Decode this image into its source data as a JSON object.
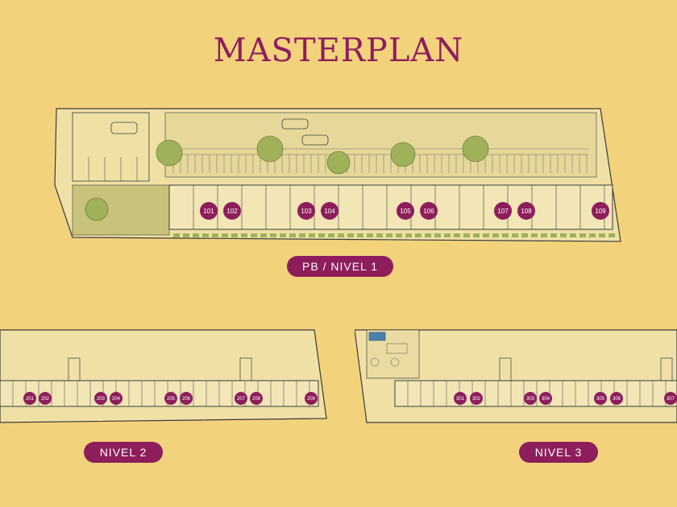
{
  "title": "MASTERPLAN",
  "colors": {
    "background": "#f3d27c",
    "accent": "#8e1d5c",
    "plan_fill": "#efe0a6",
    "line": "#3b3b3b",
    "green": "#9fb25a"
  },
  "levels": [
    {
      "label": "PB / NIVEL 1",
      "units": [
        "101",
        "102",
        "103",
        "104",
        "105",
        "106",
        "107",
        "108",
        "109"
      ]
    },
    {
      "label": "NIVEL 2",
      "units": [
        "201",
        "202",
        "203",
        "204",
        "205",
        "206",
        "207",
        "208",
        "209"
      ]
    },
    {
      "label": "NIVEL 3",
      "units": [
        "301",
        "302",
        "303",
        "304",
        "305",
        "306",
        "307"
      ]
    }
  ]
}
